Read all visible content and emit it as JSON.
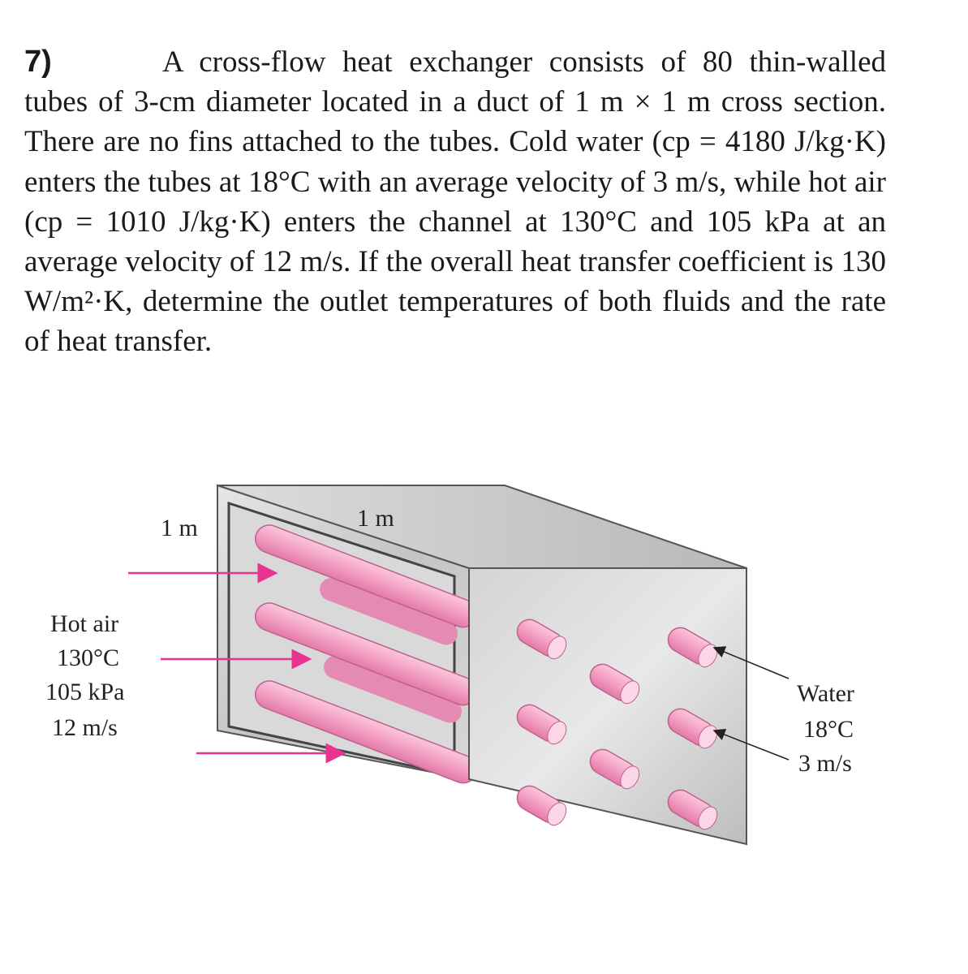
{
  "problem": {
    "number": "7)",
    "text": "A cross-flow heat exchanger consists of 80 thin-walled tubes of 3-cm diameter located in a duct of 1 m × 1 m cross section. There are no fins attached to the tubes. Cold water (cp = 4180 J/kg·K) enters the tubes at 18°C with an average velocity of 3 m/s, while hot air (cp = 1010 J/kg·K) enters the channel at 130°C and 105 kPa at an average velocity of 12 m/s. If the overall heat transfer coefficient is 130 W/m²·K, determine the outlet temperatures of both fluids and the rate of heat transfer."
  },
  "figure": {
    "dim_height": "1 m",
    "dim_width": "1 m",
    "hot_air": {
      "label": "Hot air",
      "temperature": "130°C",
      "pressure": "105 kPa",
      "velocity": "12 m/s"
    },
    "water": {
      "label": "Water",
      "temperature": "18°C",
      "velocity": "3 m/s"
    },
    "colors": {
      "tube": "#f6a9c9",
      "tube_dark": "#e27aa8",
      "arrow": "#e8338f",
      "duct": "#c9c9c9",
      "duct_dark": "#9a9a9a"
    }
  }
}
